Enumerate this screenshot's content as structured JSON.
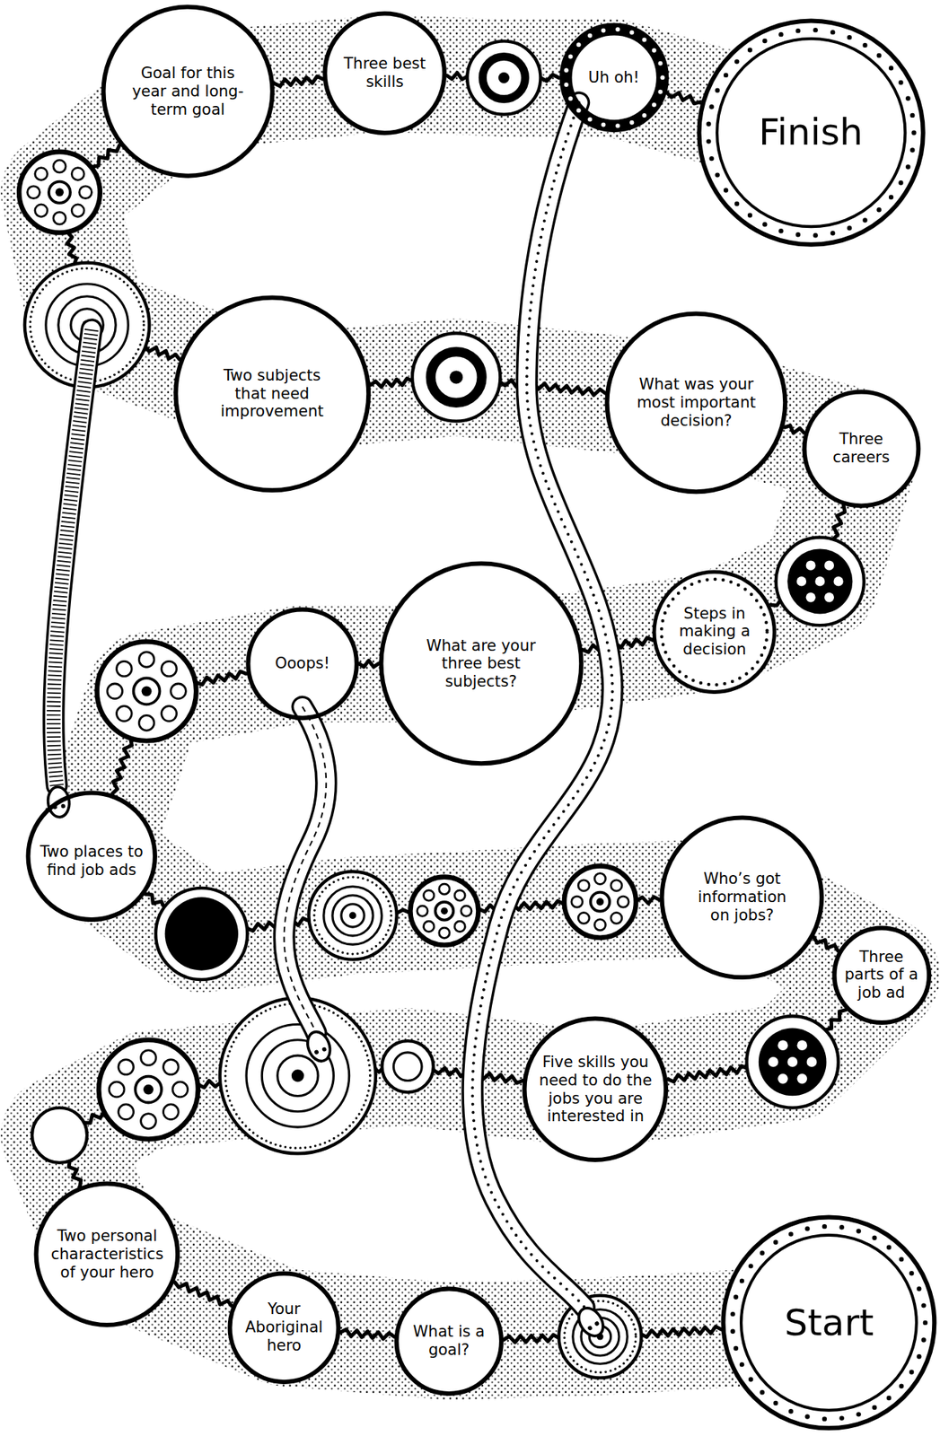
{
  "diagram": {
    "nodes": [
      {
        "text": [
          "Start"
        ]
      },
      {
        "text": [
          "What is a goal?"
        ]
      },
      {
        "text": [
          "Your Aboriginal hero"
        ]
      },
      {
        "text": [
          "Two personal characteristics of your hero"
        ]
      },
      {
        "text": [
          "Five skills you need to do the jobs you are interested in"
        ]
      },
      {
        "text": [
          "Three parts of a job ad"
        ]
      },
      {
        "text": [
          "Who’s got information on jobs?"
        ]
      },
      {
        "text": [
          "Two places to find job ads"
        ]
      },
      {
        "text": [
          "Ooops!"
        ]
      },
      {
        "text": [
          "What are your three best subjects?"
        ]
      },
      {
        "text": [
          "Steps in making a decision"
        ]
      },
      {
        "text": [
          "Three careers"
        ]
      },
      {
        "text": [
          "What was your most important decision?"
        ]
      },
      {
        "text": [
          "Two subjects that need improvement"
        ]
      },
      {
        "text": [
          "Goal for this year and long-term goal"
        ]
      },
      {
        "text": [
          "Three best skills"
        ]
      },
      {
        "text": [
          "Uh oh!"
        ]
      },
      {
        "text": [
          "Finish"
        ]
      }
    ],
    "edges": [
      {
        "from": 1,
        "to": 2,
        "arrow": "none"
      },
      {
        "from": 2,
        "to": 3,
        "arrow": "none"
      },
      {
        "from": 5,
        "to": 6,
        "arrow": "none"
      },
      {
        "from": 8,
        "to": 9,
        "arrow": "none"
      },
      {
        "from": 9,
        "to": 10,
        "arrow": "none"
      },
      {
        "from": 11,
        "to": 12,
        "arrow": "none"
      },
      {
        "from": 14,
        "to": 15,
        "arrow": "none"
      },
      {
        "from": 16,
        "to": 17,
        "arrow": "none"
      }
    ]
  }
}
